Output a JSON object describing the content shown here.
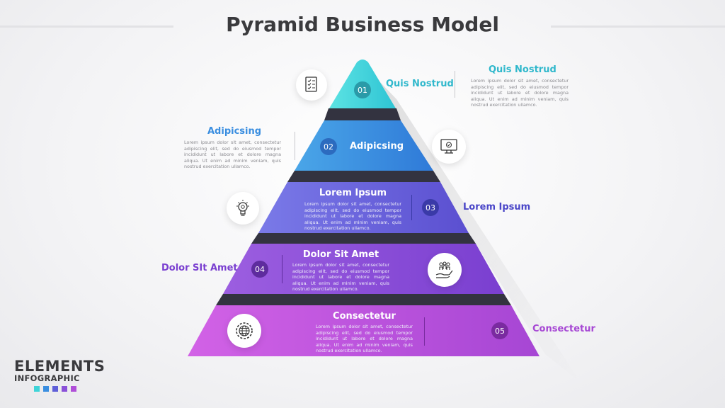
{
  "title": "Pyramid Business Model",
  "lorem": "Lorem ipsum dolor sit amet, consectetur adipiscing elit, sed do eiusmod tempor incididunt ut labore et dolore magna aliqua. Ut enim ad minim veniam, quis nostrud exercitation ullamco.",
  "levels": [
    {
      "number": "01",
      "inner_label": "Quis Nostrud",
      "outer_label": "Quis Nostrud",
      "color": "#3fd4d8",
      "icon": "checklist-document-icon"
    },
    {
      "number": "02",
      "inner_label": "Adipicsing",
      "outer_label": "Adipicsing",
      "color": "#3a8ee0",
      "icon": "monitor-check-icon"
    },
    {
      "number": "03",
      "inner_label": "Lorem Ipsum",
      "outer_label": "Lorem Ipsum",
      "color": "#5f5fd8",
      "icon": "lightbulb-gear-icon"
    },
    {
      "number": "04",
      "inner_label": "Dolor Sit Amet",
      "outer_label": "Dolor SIt Amet",
      "color": "#8a50d8",
      "icon": "hand-people-icon"
    },
    {
      "number": "05",
      "inner_label": "Consectetur",
      "outer_label": "Consectetur",
      "color": "#b04ed8",
      "icon": "globe-gear-icon"
    }
  ],
  "brand": {
    "line1": "ELEMENTS",
    "line2": "INFOGRAPHIC",
    "swatch_colors": [
      "#3fd4d8",
      "#3a8ee0",
      "#5f5fd8",
      "#8a50d8",
      "#b04ed8"
    ]
  }
}
